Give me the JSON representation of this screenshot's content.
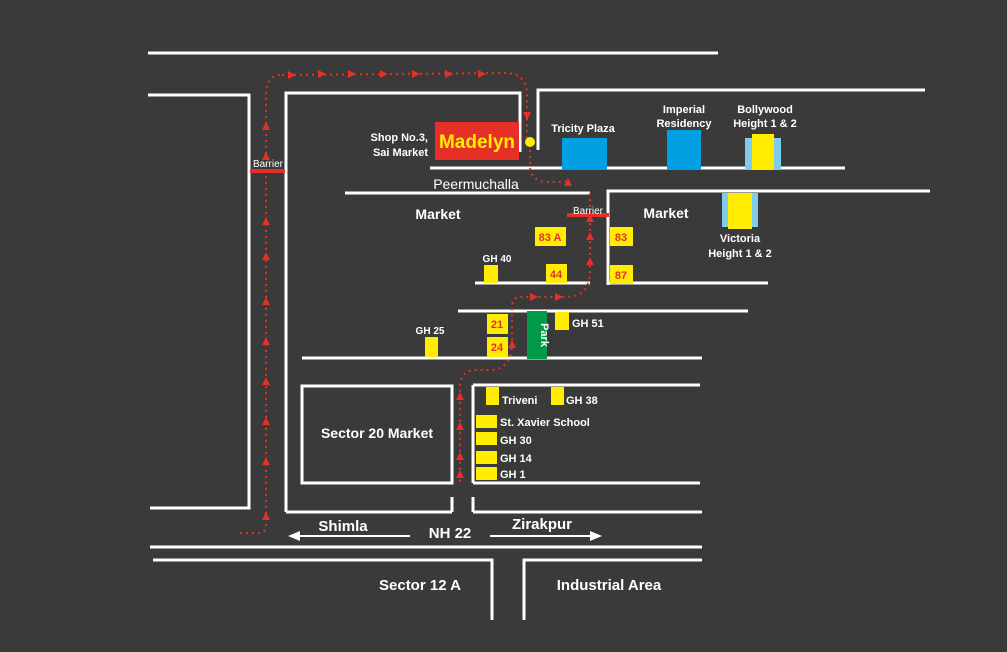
{
  "colors": {
    "background": "#3a3a3a",
    "road": "#ffffff",
    "route": "#e63027",
    "barrier": "#e63027",
    "landmark_yellow": "#ffec00",
    "landmark_blue": "#00a0e3",
    "highlight_red": "#e63027",
    "park_green": "#009a4a",
    "label_red": "#e63027"
  },
  "labels": {
    "shop_line1": "Shop No.3,",
    "shop_line2": "Sai Market",
    "destination": "Madelyn",
    "tricity_plaza": "Tricity Plaza",
    "imperial_line1": "Imperial",
    "imperial_line2": "Residency",
    "bollywood_line1": "Bollywood",
    "bollywood_line2": "Height 1 & 2",
    "barrier_left": "Barrier",
    "barrier_mid": "Barrier",
    "peermuchalla": "Peermuchalla",
    "market_left": "Market",
    "market_right": "Market",
    "victoria_line1": "Victoria",
    "victoria_line2": "Height 1 & 2",
    "h83a": "83 A",
    "h83": "83",
    "h87": "87",
    "h44": "44",
    "h21": "21",
    "h24": "24",
    "gh40": "GH 40",
    "gh25": "GH 25",
    "gh51": "GH 51",
    "park": "Park",
    "triveni": "Triveni",
    "gh38": "GH 38",
    "st_xavier": "St. Xavier School",
    "gh30": "GH 30",
    "gh14": "GH 14",
    "gh1": "GH 1",
    "sector20": "Sector 20 Market",
    "shimla": "Shimla",
    "nh22": "NH 22",
    "zirakpur": "Zirakpur",
    "sector12a": "Sector 12 A",
    "industrial": "Industrial Area"
  }
}
